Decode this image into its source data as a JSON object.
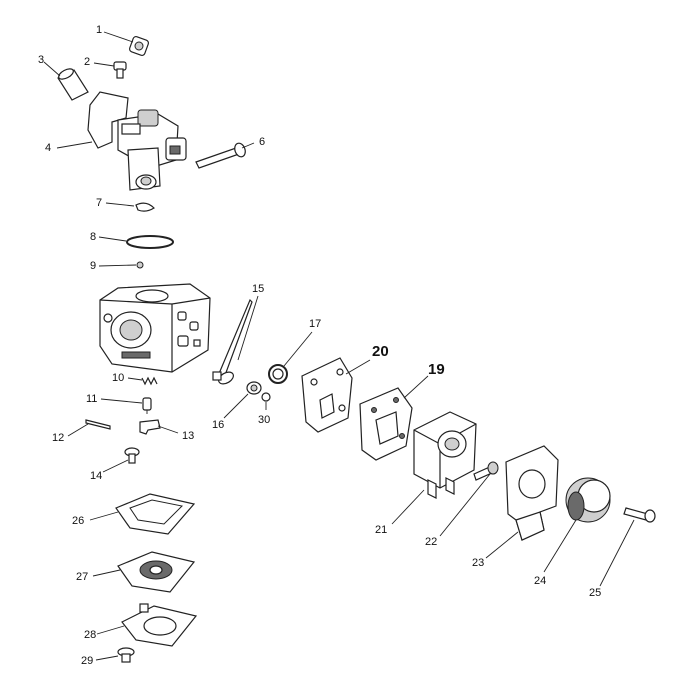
{
  "labels": {
    "p1": "1",
    "p2": "2",
    "p3": "3",
    "p4": "4",
    "p6": "6",
    "p7": "7",
    "p8": "8",
    "p9": "9",
    "p10": "10",
    "p11": "11",
    "p12": "12",
    "p13": "13",
    "p14": "14",
    "p15": "15",
    "p16": "16",
    "p17": "17",
    "p19": "19",
    "p20": "20",
    "p21": "21",
    "p22": "22",
    "p23": "23",
    "p24": "24",
    "p25": "25",
    "p26": "26",
    "p27": "27",
    "p28": "28",
    "p29": "29",
    "p30": "30"
  }
}
